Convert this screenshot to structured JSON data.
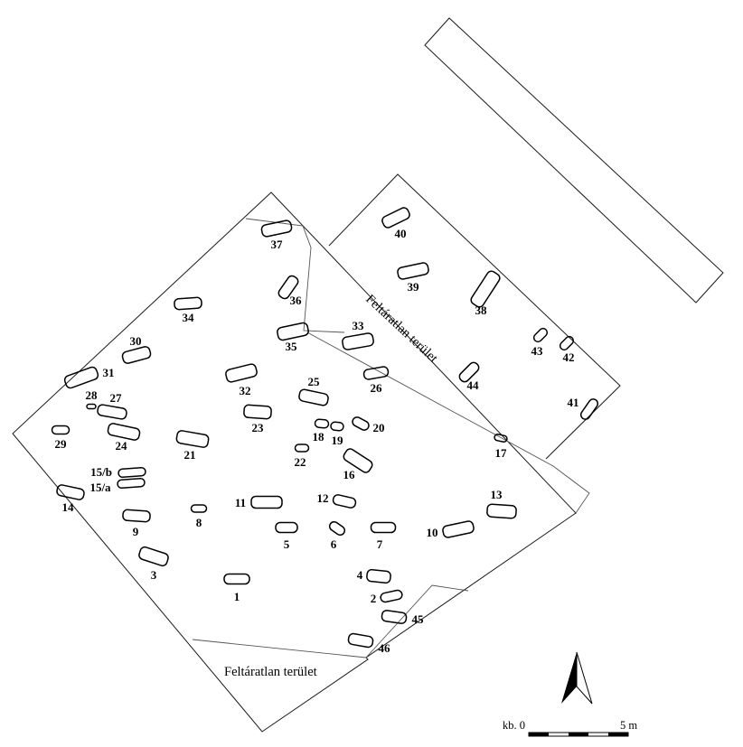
{
  "graves": [
    {
      "id": "1"
    },
    {
      "id": "2"
    },
    {
      "id": "3"
    },
    {
      "id": "4"
    },
    {
      "id": "5"
    },
    {
      "id": "6"
    },
    {
      "id": "7"
    },
    {
      "id": "8"
    },
    {
      "id": "9"
    },
    {
      "id": "10"
    },
    {
      "id": "11"
    },
    {
      "id": "12"
    },
    {
      "id": "13"
    },
    {
      "id": "14"
    },
    {
      "id": "15/a"
    },
    {
      "id": "15/b"
    },
    {
      "id": "16"
    },
    {
      "id": "17"
    },
    {
      "id": "18"
    },
    {
      "id": "19"
    },
    {
      "id": "20"
    },
    {
      "id": "21"
    },
    {
      "id": "22"
    },
    {
      "id": "23"
    },
    {
      "id": "24"
    },
    {
      "id": "25"
    },
    {
      "id": "26"
    },
    {
      "id": "27"
    },
    {
      "id": "28"
    },
    {
      "id": "29"
    },
    {
      "id": "30"
    },
    {
      "id": "31"
    },
    {
      "id": "32"
    },
    {
      "id": "33"
    },
    {
      "id": "34"
    },
    {
      "id": "35"
    },
    {
      "id": "36"
    },
    {
      "id": "37"
    },
    {
      "id": "38"
    },
    {
      "id": "39"
    },
    {
      "id": "40"
    },
    {
      "id": "41"
    },
    {
      "id": "42"
    },
    {
      "id": "43"
    },
    {
      "id": "44"
    },
    {
      "id": "45"
    },
    {
      "id": "46"
    }
  ],
  "unexcavated_labels": [
    "Feltáratlan terület",
    "Feltáratlan terület"
  ],
  "scale": {
    "prefix": "kb. 0",
    "end": "5 m"
  },
  "north_arrow": {
    "icon": "north-arrow-icon"
  }
}
